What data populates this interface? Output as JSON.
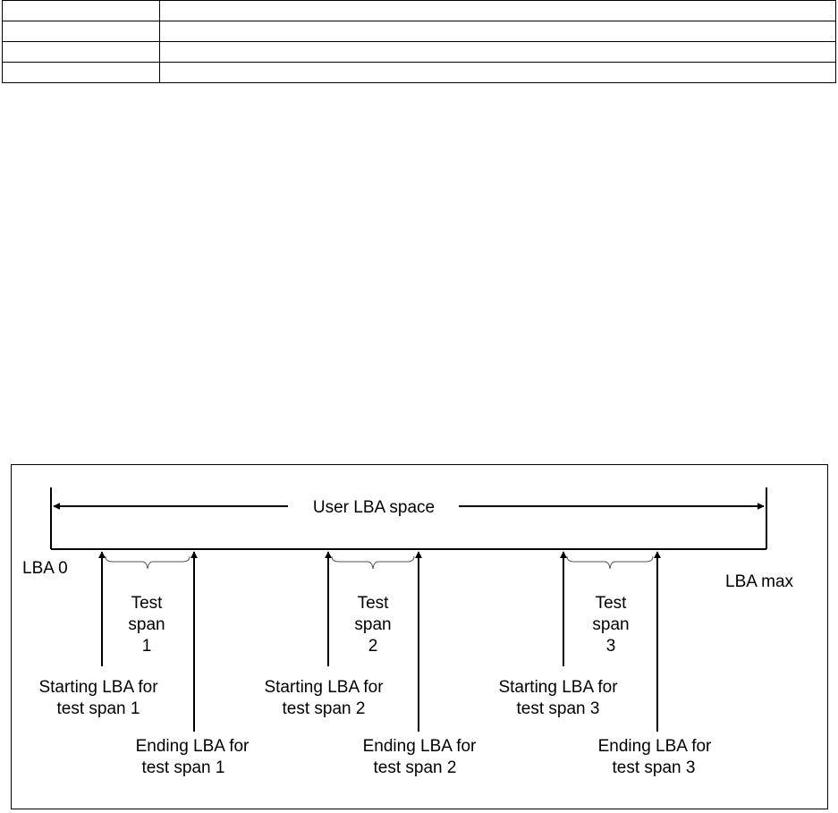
{
  "table": {
    "rows": [
      {
        "label": "",
        "value": ""
      },
      {
        "label": "",
        "value": ""
      },
      {
        "label": "",
        "value": ""
      },
      {
        "label": "",
        "value": ""
      }
    ]
  },
  "diagram": {
    "space_label": "User LBA space",
    "start_label": "LBA 0",
    "end_label": "LBA max",
    "spans": [
      {
        "name_line1": "Test",
        "name_line2": "span",
        "number": "1",
        "start_line1": "Starting LBA for",
        "start_line2": "test span 1",
        "end_line1": "Ending LBA for",
        "end_line2": "test span 1"
      },
      {
        "name_line1": "Test",
        "name_line2": "span",
        "number": "2",
        "start_line1": "Starting LBA for",
        "start_line2": "test span 2",
        "end_line1": "Ending LBA for",
        "end_line2": "test span 2"
      },
      {
        "name_line1": "Test",
        "name_line2": "span",
        "number": "3",
        "start_line1": "Starting LBA for",
        "start_line2": "test span 3",
        "end_line1": "Ending LBA for",
        "end_line2": "test span 3"
      }
    ]
  }
}
